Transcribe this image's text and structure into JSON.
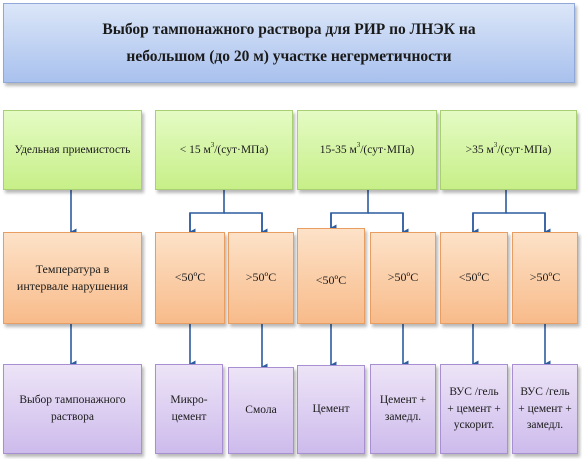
{
  "title": {
    "line1": "Выбор тампонажного раствора для РИР по ЛНЭК на",
    "line2": "небольшом (до 20 м) участке негерметичности"
  },
  "rows": {
    "capacity_label": "Удельная приемистость",
    "temperature_label": "Температура в интервале нарушения",
    "choice_label": "Выбор тампонажного раствора"
  },
  "capacity": [
    {
      "prefix": "< 15 м",
      "sup": "3",
      "suffix": "/(сут·МПа)"
    },
    {
      "prefix": "15-35 м",
      "sup": "3",
      "suffix": "/(сут·МПа)"
    },
    {
      "prefix": ">35 м",
      "sup": "3",
      "suffix": "/(сут·МПа)"
    }
  ],
  "temperatures": [
    "<50ºC",
    ">50ºC",
    "<50ºC",
    ">50ºC",
    "<50ºC",
    ">50ºC"
  ],
  "solutions": [
    [
      "Микро-",
      "цемент"
    ],
    [
      "Смола"
    ],
    [
      "Цемент"
    ],
    [
      "Цемент +",
      "замедл."
    ],
    [
      "ВУС /гель",
      "+ цемент +",
      "ускорит."
    ],
    [
      "ВУС /гель",
      "+ цемент +",
      "замедл."
    ]
  ],
  "colors": {
    "title": "#a9c1ee",
    "green": "#c7ef88",
    "orange": "#f8bb8a",
    "purple": "#cdbbec",
    "connector": "#2d5c9f"
  }
}
